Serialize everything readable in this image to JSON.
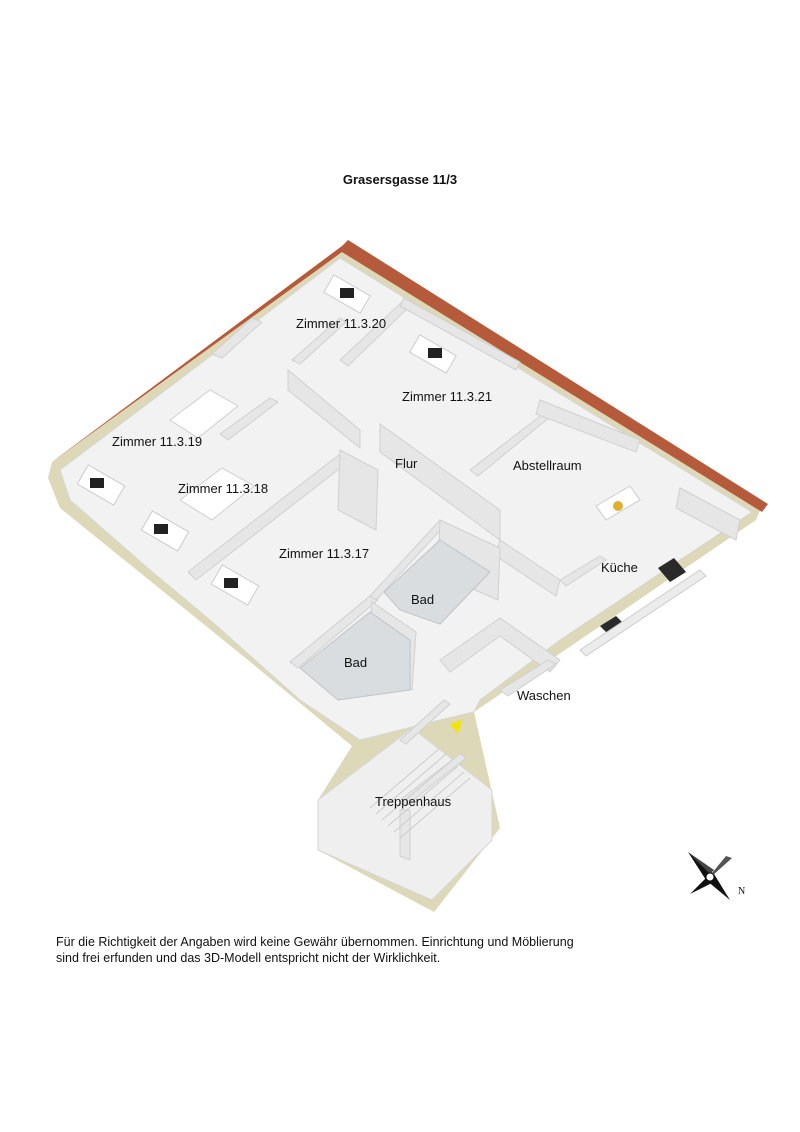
{
  "title": "Grasersgasse 11/3",
  "rooms": [
    {
      "id": "zimmer-11-3-20",
      "label": "Zimmer 11.3.20"
    },
    {
      "id": "zimmer-11-3-21",
      "label": "Zimmer 11.3.21"
    },
    {
      "id": "zimmer-11-3-19",
      "label": "Zimmer 11.3.19"
    },
    {
      "id": "zimmer-11-3-18",
      "label": "Zimmer 11.3.18"
    },
    {
      "id": "zimmer-11-3-17",
      "label": "Zimmer 11.3.17"
    },
    {
      "id": "flur",
      "label": "Flur"
    },
    {
      "id": "abstellraum",
      "label": "Abstellraum"
    },
    {
      "id": "kueche",
      "label": "Küche"
    },
    {
      "id": "bad-1",
      "label": "Bad"
    },
    {
      "id": "bad-2",
      "label": "Bad"
    },
    {
      "id": "waschen",
      "label": "Waschen"
    },
    {
      "id": "treppenhaus",
      "label": "Treppenhaus"
    }
  ],
  "compass": {
    "north_label": "N"
  },
  "disclaimer": {
    "line1": "Für die Richtigkeit der Angaben wird keine Gewähr übernommen. Einrichtung und Möblierung",
    "line2": "sind frei erfunden und das 3D-Modell entspricht nicht der Wirklichkeit."
  },
  "colors": {
    "floor": "#f4f4f4",
    "wall": "#e2e2e2",
    "wall_shadow": "#cfcfcf",
    "exterior_wall": "#dcd8b8",
    "roof_edge": "#b55a3a",
    "marker": "#f2e600"
  }
}
